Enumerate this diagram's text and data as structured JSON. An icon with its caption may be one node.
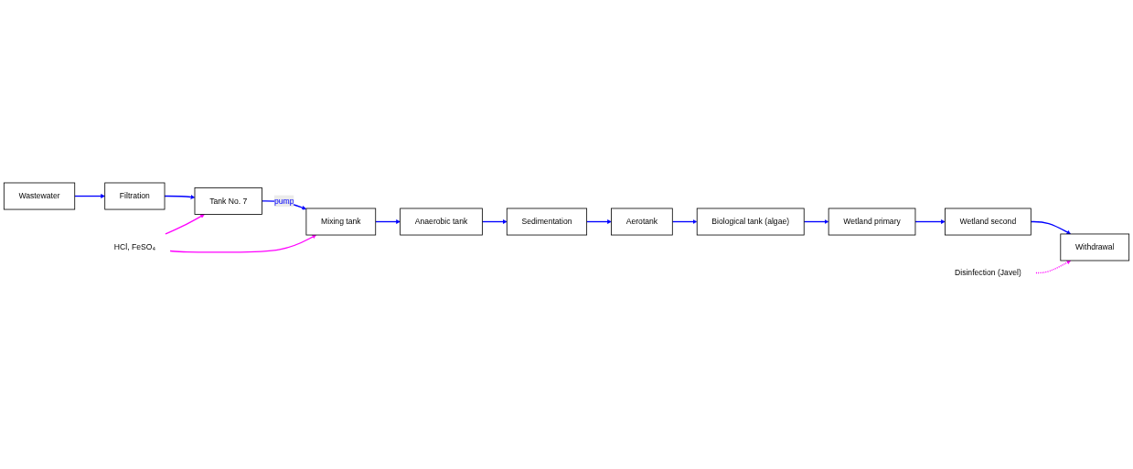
{
  "diagram": {
    "nodes": [
      {
        "text": [
          "Wastewater"
        ]
      },
      {
        "text": [
          "Filtration"
        ]
      },
      {
        "text": [
          "Tank No. 7"
        ]
      },
      {
        "text": [
          "Mixing tank"
        ]
      },
      {
        "text": [
          "Anaerobic tank"
        ]
      },
      {
        "text": [
          "Sedimentation"
        ]
      },
      {
        "text": [
          "Aerotank"
        ]
      },
      {
        "text": [
          "Biological tank (algae)"
        ]
      },
      {
        "text": [
          "Wetland primary"
        ]
      },
      {
        "text": [
          "Wetland second"
        ]
      },
      {
        "text": [
          "Withdrawal"
        ]
      },
      {
        "text": [
          "HCl, FeSO₄"
        ]
      },
      {
        "text": [
          "Disinfection (Javel)"
        ]
      }
    ],
    "edges": [
      {
        "from": 0,
        "to": 1,
        "arrow": "to"
      },
      {
        "from": 1,
        "to": 2,
        "arrow": "to"
      },
      {
        "from": 2,
        "to": 3,
        "arrow": "to",
        "label": "pump"
      },
      {
        "from": 3,
        "to": 4,
        "arrow": "to"
      },
      {
        "from": 4,
        "to": 5,
        "arrow": "to"
      },
      {
        "from": 5,
        "to": 6,
        "arrow": "to"
      },
      {
        "from": 6,
        "to": 7,
        "arrow": "to"
      },
      {
        "from": 7,
        "to": 8,
        "arrow": "to"
      },
      {
        "from": 8,
        "to": 9,
        "arrow": "to"
      },
      {
        "from": 9,
        "to": 10,
        "arrow": "to"
      },
      {
        "from": 11,
        "to": 2,
        "arrow": "to",
        "color": "#ff00ff"
      },
      {
        "from": 11,
        "to": 3,
        "arrow": "to",
        "color": "#ff00ff"
      },
      {
        "from": 12,
        "to": 10,
        "arrow": "to",
        "style": "dashed",
        "color": "#ff00ff"
      }
    ]
  }
}
